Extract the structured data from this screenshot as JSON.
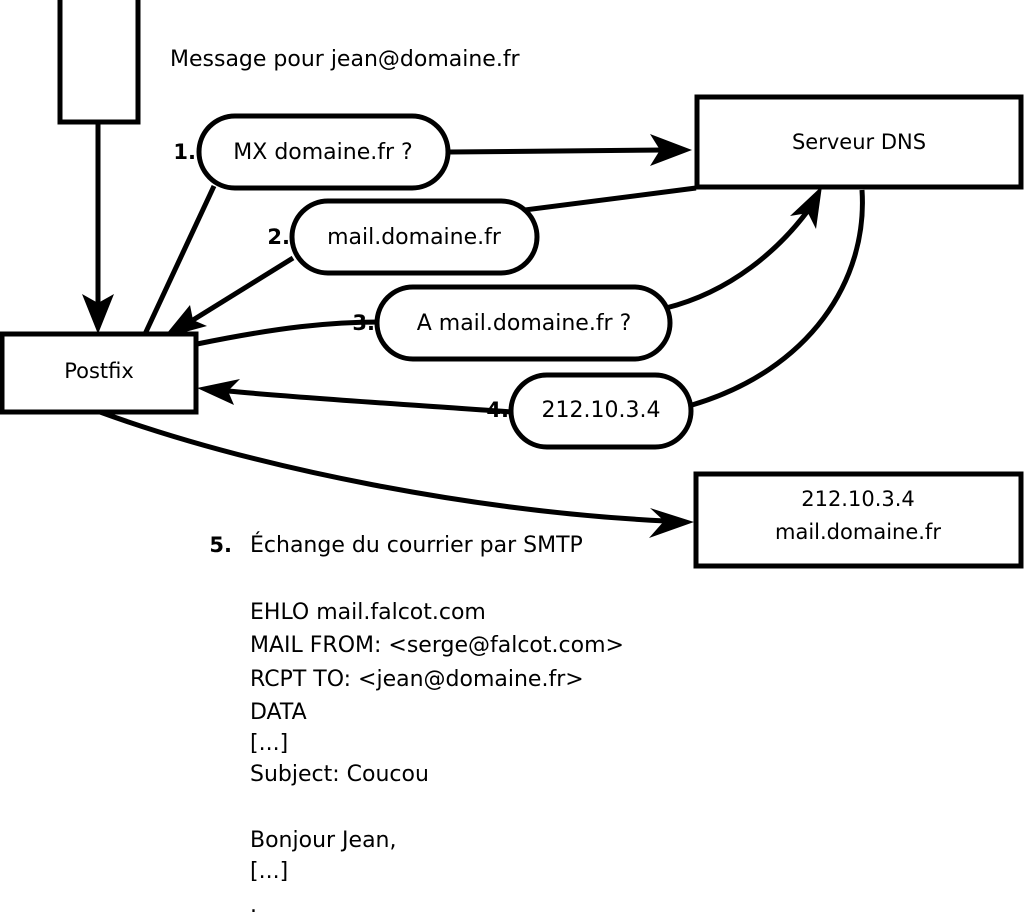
{
  "diagram": {
    "title_note": "Message pour jean@domaine.fr",
    "nodes": {
      "client": {
        "label": ""
      },
      "postfix": {
        "label": "Postfix"
      },
      "dns": {
        "label": "Serveur DNS"
      },
      "mailserver": {
        "line1": "212.10.3.4",
        "line2": "mail.domaine.fr"
      }
    },
    "steps": [
      {
        "number": "1.",
        "label": "MX domaine.fr ?"
      },
      {
        "number": "2.",
        "label": "mail.domaine.fr"
      },
      {
        "number": "3.",
        "label": "A mail.domaine.fr ?"
      },
      {
        "number": "4.",
        "label": "212.10.3.4"
      },
      {
        "number": "5.",
        "label": "Échange du courrier par SMTP"
      }
    ],
    "transcript": [
      "EHLO mail.falcot.com",
      "MAIL FROM: <serge@falcot.com>",
      "RCPT TO: <jean@domaine.fr>",
      "DATA",
      "[...]",
      "Subject: Coucou",
      "",
      "Bonjour Jean,",
      "[...]",
      "."
    ],
    "colors": {
      "stroke": "#000000",
      "fill": "#ffffff",
      "text": "#000000"
    }
  }
}
